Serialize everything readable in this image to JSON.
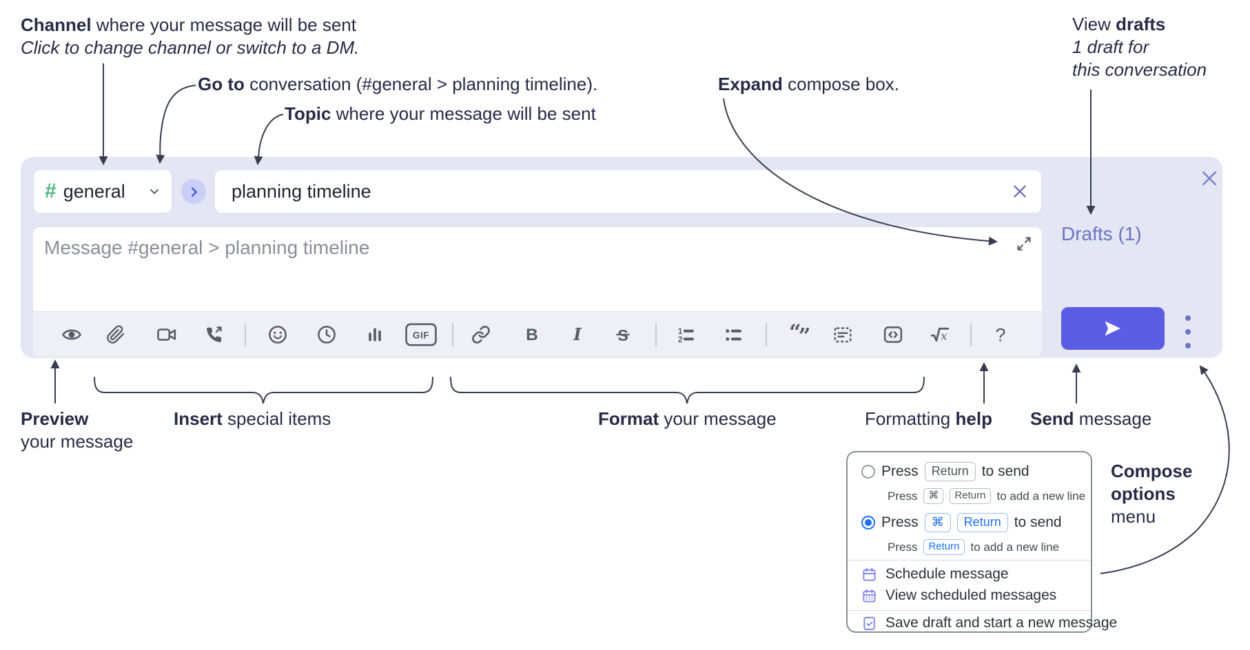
{
  "callouts": {
    "channel": {
      "bold": "Channel",
      "text": " where your message will be sent",
      "sub": "Click to change channel or switch to a DM."
    },
    "go_to": {
      "bold": "Go to",
      "text": " conversation (#general > planning timeline)."
    },
    "topic": {
      "bold": "Topic",
      "text": " where your message will be sent"
    },
    "expand": {
      "bold": "Expand",
      "text": " compose box."
    },
    "view_drafts": {
      "text": "View ",
      "bold": "drafts",
      "sub1": "1 draft for",
      "sub2": "this conversation"
    },
    "preview": {
      "bold": "Preview",
      "sub": "your message"
    },
    "insert": {
      "bold": "Insert",
      "text": " special items"
    },
    "format": {
      "bold": "Format",
      "text": " your message"
    },
    "formatting_help": {
      "text": "Formatting ",
      "bold": "help"
    },
    "send": {
      "bold": "Send",
      "text": " message"
    },
    "compose_options": {
      "bold1": "Compose",
      "bold2": "options",
      "text": "menu"
    }
  },
  "composer": {
    "channel_hash": "#",
    "channel_name": "general",
    "topic_value": "planning timeline",
    "message_placeholder": "Message #general > planning timeline",
    "drafts_link": "Drafts (1)",
    "toolbar_labels": {
      "bold": "B",
      "italic": "I",
      "strike": "S",
      "gif": "GIF",
      "formula_x": "x",
      "help": "?"
    },
    "toolbar_icon_names": [
      "preview-eye",
      "attach-paperclip",
      "video-camera",
      "phone-call",
      "emoji-smiley",
      "clock",
      "poll-bars",
      "gif",
      "link",
      "bold",
      "italic",
      "strikethrough",
      "ordered-list",
      "bullet-list",
      "blockquote",
      "code-block",
      "inline-code",
      "formula",
      "help"
    ]
  },
  "options_menu": {
    "opt1": {
      "pre": "Press",
      "key1": "Return",
      "post": "to send"
    },
    "opt1_sub": {
      "pre": "Press",
      "key1": "⌘",
      "key2": "Return",
      "post": "to add a new line"
    },
    "opt2": {
      "pre": "Press",
      "key1": "⌘",
      "key2": "Return",
      "post": "to send"
    },
    "opt2_sub": {
      "pre": "Press",
      "key1": "Return",
      "post": "to add a new line"
    },
    "items": [
      {
        "label": "Schedule message"
      },
      {
        "label": "View scheduled messages"
      },
      {
        "label": "Save draft and start a new message"
      }
    ]
  },
  "colors": {
    "panel_bg": "#e4e6f4",
    "accent_purple": "#5b5de5",
    "link_purple": "#6a74c2",
    "channel_green": "#54b583",
    "goto_blue": "#4856d8",
    "key_blue": "#1f6ff2",
    "icon_gray": "#585c66",
    "annotation_ink": "#262b45"
  }
}
